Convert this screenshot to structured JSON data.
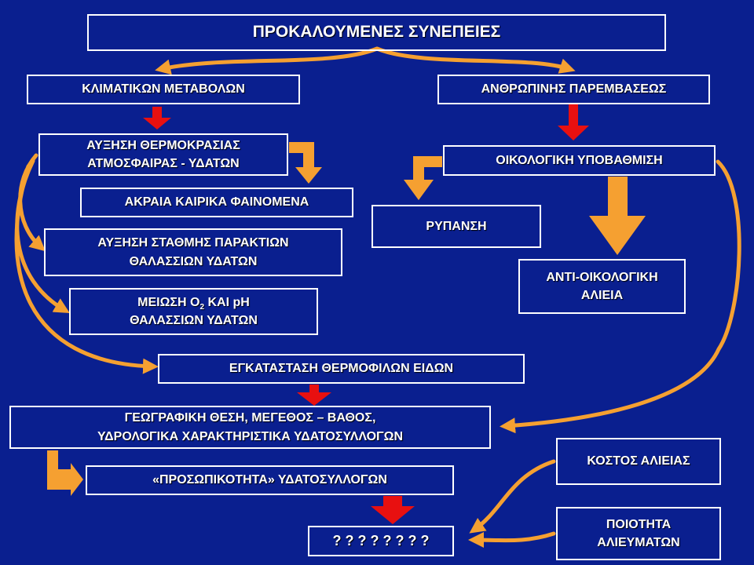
{
  "colors": {
    "background": "#0a1f8f",
    "box_border": "#ffffff",
    "text": "#ffffff",
    "curve": "#f5a031",
    "red_arrow": "#e81010",
    "orange_arrow": "#f5a031"
  },
  "nodes": {
    "title": "ΠΡΟΚΑΛΟΥΜΕΝΕΣ ΣΥΝΕΠΕΙΕΣ",
    "climate": "ΚΛΙΜΑΤΙΚΩΝ ΜΕΤΑΒΟΛΩΝ",
    "human": "ΑΝΘΡΩΠΙΝΗΣ ΠΑΡΕΜΒΑΣΕΩΣ",
    "temperature": {
      "line1": "ΑΥΞΗΣΗ ΘΕΡΜΟΚΡΑΣΙΑΣ",
      "line2": "ΑΤΜΟΣΦΑΙΡΑΣ - ΥΔΑΤΩΝ"
    },
    "extreme_weather": "ΑΚΡΑΙΑ ΚΑΙΡΙΚΑ ΦΑΙΝΟΜΕΝΑ",
    "sea_level": {
      "line1": "ΑΥΞΗΣΗ ΣΤΑΘΜΗΣ ΠΑΡΑΚΤΙΩΝ",
      "line2": "ΘΑΛΑΣΣΙΩΝ ΥΔΑΤΩΝ"
    },
    "oxygen_ph": {
      "line1_a": "ΜΕΙΩΣΗ Ο",
      "line1_sub": "2",
      "line1_b": " ΚΑΙ pH",
      "line2": "ΘΑΛΑΣΣΙΩΝ ΥΔΑΤΩΝ"
    },
    "ecological_degradation": "ΟΙΚΟΛΟΓΙΚΗ ΥΠΟΒΑΘΜΙΣΗ",
    "pollution": "ΡΥΠΑΝΣΗ",
    "anti_ecological_fishing": {
      "line1": "ΑΝΤΙ-ΟΙΚΟΛΟΓΙΚΗ",
      "line2": "ΑΛΙΕΙΑ"
    },
    "thermophilic_species": "ΕΓΚΑΤΑΣΤΑΣΗ ΘΕΡΜΟΦΙΛΩΝ ΕΙΔΩΝ",
    "geography": {
      "line1": "ΓΕΩΓΡΑΦΙΚΗ ΘΕΣΗ, ΜΕΓΕΘΟΣ – ΒΑΘΟΣ,",
      "line2": "ΥΔΡΟΛΟΓΙΚΑ ΧΑΡΑΚΤΗΡΙΣΤΙΚΑ ΥΔΑΤΟΣΥΛΛΟΓΩΝ"
    },
    "personality": "«ΠΡΟΣΩΠΙΚΟΤΗΤΑ» ΥΔΑΤΟΣΥΛΛΟΓΩΝ",
    "fishing_cost": "ΚΟΣΤΟΣ ΑΛΙΕΙΑΣ",
    "fish_quality": {
      "line1": "ΠΟΙΟΤΗΤΑ",
      "line2": "ΑΛΙΕΥΜΑΤΩΝ"
    },
    "unknown": "? ? ? ? ? ? ? ?"
  }
}
